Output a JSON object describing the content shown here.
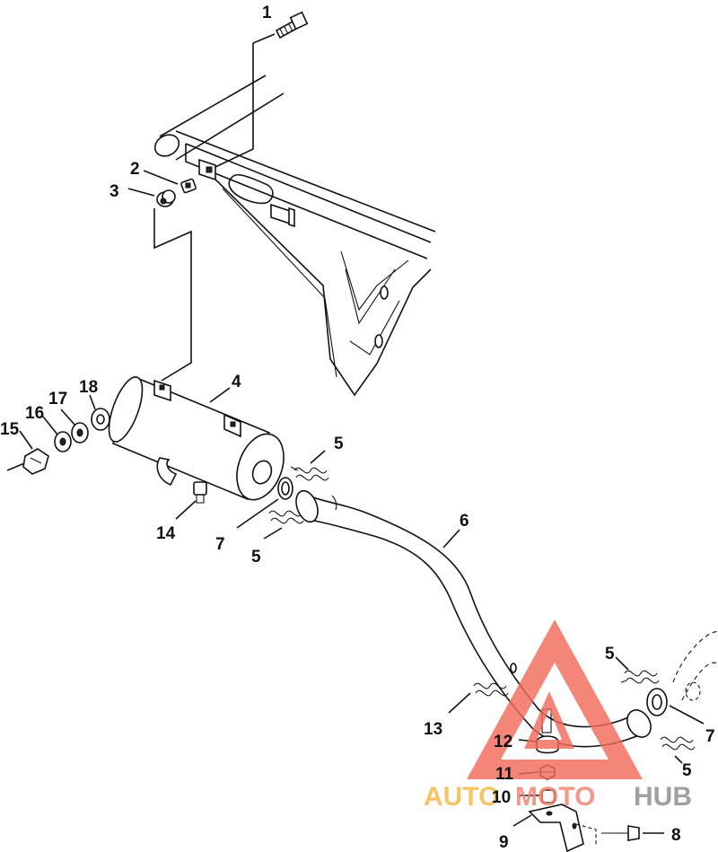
{
  "callouts": {
    "c1": "1",
    "c2": "2",
    "c3": "3",
    "c4": "4",
    "c5a": "5",
    "c5b": "5",
    "c5c": "5",
    "c5d": "5",
    "c6": "6",
    "c7a": "7",
    "c7b": "7",
    "c8": "8",
    "c9": "9",
    "c10": "10",
    "c11": "11",
    "c12": "12",
    "c13": "13",
    "c14": "14",
    "c15": "15",
    "c16": "16",
    "c17": "17",
    "c18": "18"
  },
  "watermark": {
    "word_auto": "AUTO",
    "word_moto": "MOTO",
    "word_hub": "HUB",
    "color_triangle": "#f26b5b",
    "color_auto": "#f5b942",
    "color_moto": "#f2836f",
    "color_hub": "#8c8c8c"
  }
}
